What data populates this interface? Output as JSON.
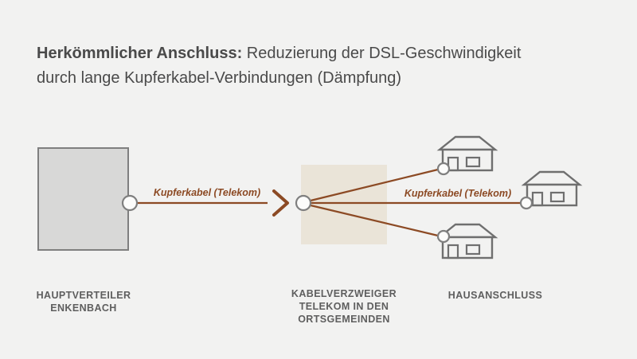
{
  "title": {
    "bold": "Herkömmlicher Anschluss:",
    "line1_rest": "Reduzierung der DSL-Geschwindigkeit",
    "line2": "durch lange Kupferkabel-Verbindungen (Dämpfung)"
  },
  "cables": {
    "left_label": "Kupferkabel (Telekom)",
    "right_label": "Kupferkabel (Telekom)"
  },
  "nodes": {
    "hauptverteiler": {
      "line1": "HAUPTVERTEILER",
      "line2": "ENKENBACH"
    },
    "kabelverzweiger": {
      "line1": "KABELVERZWEIGER",
      "line2": "TELEKOM IN DEN",
      "line3": "ORTSGEMEINDEN"
    },
    "hausanschluss": {
      "line1": "HAUSANSCHLUSS"
    }
  },
  "colors": {
    "bg": "#f2f2f1",
    "title": "#4a4a4a",
    "label": "#5e5e5e",
    "copper": "#8c4a24",
    "box-fill": "#d8d8d7",
    "box-stroke": "#7f7f7f",
    "beige": "#eae4d8",
    "outline": "#7f7f7f",
    "house": "#6f6f6f"
  }
}
